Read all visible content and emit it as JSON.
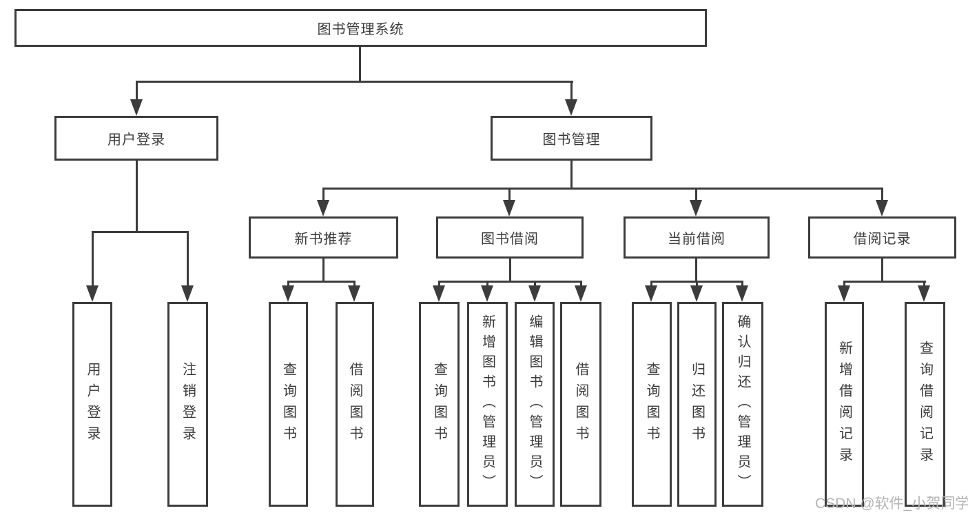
{
  "tree": {
    "root": {
      "label": "图书管理系统"
    },
    "level2": [
      {
        "label": "用户登录",
        "children": [
          {
            "label": "用户登录"
          },
          {
            "label": "注销登录"
          }
        ]
      },
      {
        "label": "图书管理",
        "children": [
          {
            "label": "新书推荐",
            "children": [
              {
                "label": "查询图书"
              },
              {
                "label": "借阅图书"
              }
            ]
          },
          {
            "label": "图书借阅",
            "children": [
              {
                "label": "查询图书"
              },
              {
                "label": "新增图书（管理员）"
              },
              {
                "label": "编辑图书（管理员）"
              },
              {
                "label": "借阅图书"
              }
            ]
          },
          {
            "label": "当前借阅",
            "children": [
              {
                "label": "查询图书"
              },
              {
                "label": "归还图书"
              },
              {
                "label": "确认归还（管理员）"
              }
            ]
          },
          {
            "label": "借阅记录",
            "children": [
              {
                "label": "新增借阅记录"
              },
              {
                "label": "查询借阅记录"
              }
            ]
          }
        ]
      }
    ]
  },
  "watermark": {
    "text": "CSDN @软件_小贺同学"
  },
  "colors": {
    "line": "#3c3c3c",
    "text": "#3a3a3a",
    "watermark": "#b4b4b4",
    "background": "#ffffff"
  }
}
